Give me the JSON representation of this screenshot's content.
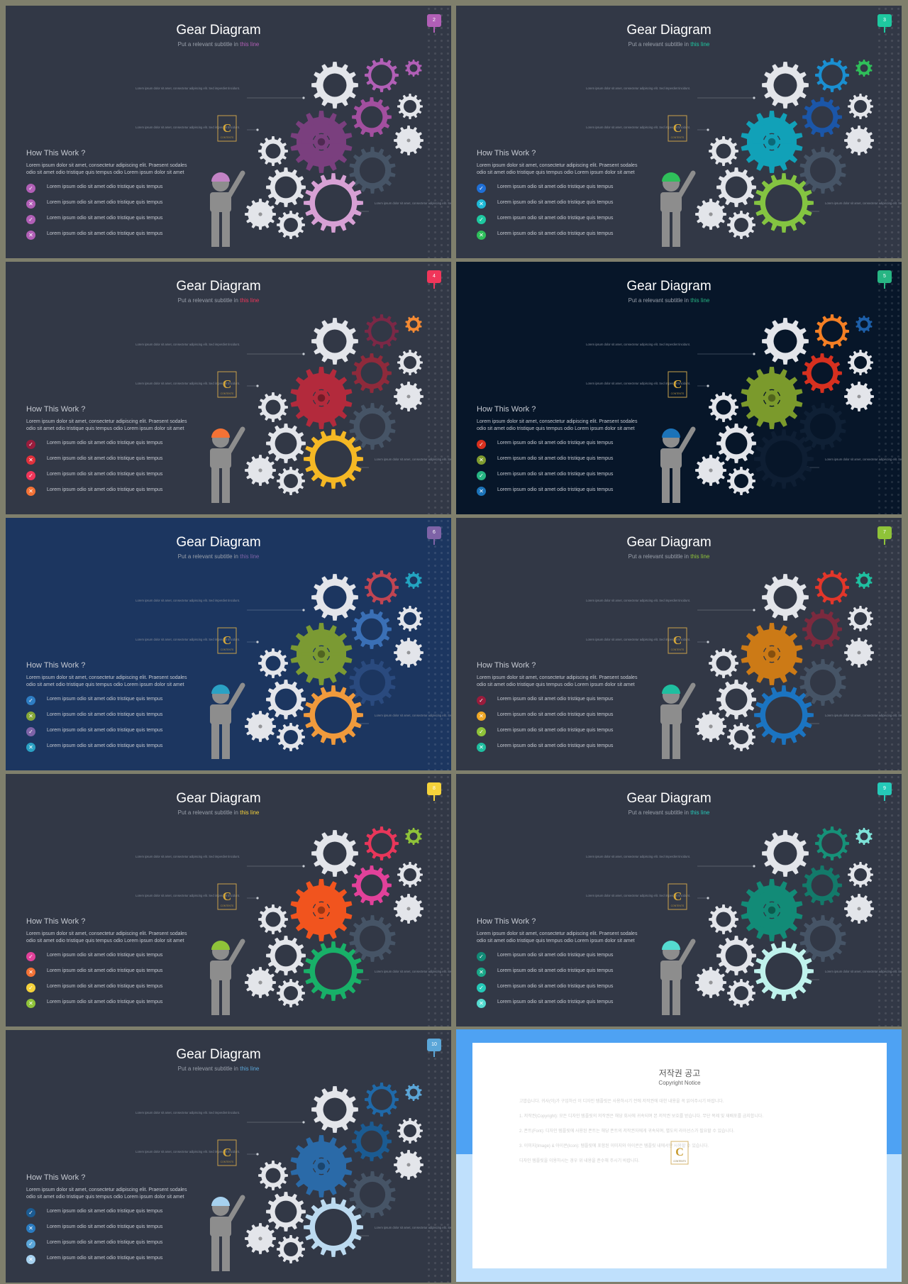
{
  "common": {
    "title": "Gear Diagram",
    "subtitle_prefix": "Put a relevant subtitle in ",
    "subtitle_link": "this line",
    "section_heading": "How This Work ?",
    "paragraph": "Lorem ipsum dolor sit amet, consectetur adipiscing elit. Praesent sodales odio sit amet odio tristique quis tempus odio Lorem ipsum dolor sit amet",
    "list_item": "Lorem ipsum odio sit amet odio tristique quis tempus",
    "callout_text": "Lorem ipsum dolor sit amet, consectetur adipiscing elit. Sed imperdiet tincidunt.",
    "logo_text": "CONTENTS"
  },
  "slides": [
    {
      "page": "2",
      "bg": "#323846",
      "accent": "#b15fb6",
      "gears": [
        "#b15fb6",
        "#b15fb6",
        "#a24f9f",
        "#7a3f7e",
        "#465466",
        "#d7a0d4"
      ],
      "marks": [
        "#b15fb6",
        "#b15fb6",
        "#b15fb6",
        "#b15fb6"
      ],
      "icons": [
        "check",
        "x",
        "check",
        "x"
      ],
      "helmet": "#c283c5"
    },
    {
      "page": "3",
      "bg": "#323846",
      "accent": "#1ec8a0",
      "gears": [
        "#2fbf5a",
        "#1a8fd1",
        "#1b56a8",
        "#11a1b8",
        "#465466",
        "#84c441"
      ],
      "marks": [
        "#1f6fd6",
        "#1fb9d6",
        "#1ec8a0",
        "#2fbf5a"
      ],
      "icons": [
        "check",
        "x",
        "check",
        "x"
      ],
      "helmet": "#2fbf5a"
    },
    {
      "page": "4",
      "bg": "#323846",
      "accent": "#f0365a",
      "gears": [
        "#f58a33",
        "#7b2846",
        "#8e2a3b",
        "#b32a3c",
        "#465466",
        "#f5b824"
      ],
      "marks": [
        "#9a1c3c",
        "#e0303b",
        "#f0365a",
        "#f47235"
      ],
      "icons": [
        "check",
        "x",
        "check",
        "x"
      ],
      "helmet": "#f47235"
    },
    {
      "page": "5",
      "bg": "#071629",
      "accent": "#27b583",
      "gears": [
        "#1d5fa9",
        "#f47f24",
        "#d6301f",
        "#7b9a2c",
        "#0f2035",
        "#0e1e33"
      ],
      "marks": [
        "#d9301e",
        "#7f9b2f",
        "#27b583",
        "#1b73b9"
      ],
      "icons": [
        "check",
        "x",
        "check",
        "x"
      ],
      "helmet": "#1b73b9"
    },
    {
      "page": "6",
      "bg": "#1c3660",
      "accent": "#7e63a7",
      "gears": [
        "#23a4c1",
        "#c04552",
        "#3a6fb5",
        "#7b9a33",
        "#2a4a7e",
        "#f09a3c"
      ],
      "marks": [
        "#2e7dc3",
        "#86a838",
        "#7e63a7",
        "#2aa1c4"
      ],
      "icons": [
        "check",
        "x",
        "check",
        "x"
      ],
      "helmet": "#2aa1c4"
    },
    {
      "page": "7",
      "bg": "#323846",
      "accent": "#8fc339",
      "gears": [
        "#1fbfa0",
        "#e2362a",
        "#7b2a3e",
        "#cc7a16",
        "#465466",
        "#1b74c1"
      ],
      "marks": [
        "#9a1c3c",
        "#f0a826",
        "#8fc339",
        "#1fbfa0"
      ],
      "icons": [
        "check",
        "x",
        "check",
        "x"
      ],
      "helmet": "#1fbfa0"
    },
    {
      "page": "8",
      "bg": "#323846",
      "accent": "#f5d23b",
      "gears": [
        "#8fc339",
        "#e8365a",
        "#e2419a",
        "#f1541e",
        "#465466",
        "#18b068"
      ],
      "marks": [
        "#e2419a",
        "#f47235",
        "#f5d23b",
        "#8fc339"
      ],
      "icons": [
        "check",
        "x",
        "check",
        "x"
      ],
      "helmet": "#8fc339"
    },
    {
      "page": "9",
      "bg": "#323846",
      "accent": "#25c9b8",
      "gears": [
        "#7ee3d8",
        "#169178",
        "#137a6a",
        "#128b77",
        "#465466",
        "#bff2ec"
      ],
      "marks": [
        "#128b77",
        "#1aa889",
        "#25c9b8",
        "#55dbd0"
      ],
      "icons": [
        "check",
        "x",
        "check",
        "x"
      ],
      "helmet": "#55dbd0"
    },
    {
      "page": "10",
      "bg": "#323846",
      "accent": "#5ba6d8",
      "gears": [
        "#5ba6d8",
        "#1f69a8",
        "#1b5b92",
        "#2a6aa8",
        "#465466",
        "#bcdaf0"
      ],
      "marks": [
        "#1b5b92",
        "#2a7bc0",
        "#5ba6d8",
        "#a6d1ef"
      ],
      "icons": [
        "check",
        "x",
        "check",
        "x"
      ],
      "helmet": "#a6d1ef"
    }
  ],
  "copyright": {
    "title_ko": "저작권 공고",
    "title_en": "Copyright Notice",
    "paragraphs": [
      "고맙습니다. 귀사(이)가 구입하신 이 디자인 템플릿은 사용하시기 전에 저작권에 대한 내용을 꼭 읽어주시기 바랍니다.",
      "1. 저작권(Copyright): 모든 디자인 템플릿의 저작권은 해당 회사에 귀속되며 본 저작권 보호를 받습니다. 무단 복제 및 재배포를 금지합니다.",
      "2. 폰트(Font): 디자인 템플릿에 사용된 폰트는 해당 폰트의 저작권자에게 귀속되며, 별도의 라이선스가 필요할 수 있습니다.",
      "3. 이미지(Image) & 아이콘(Icon): 템플릿에 포함된 이미지와 아이콘은 템플릿 내에서만 사용할 수 있습니다.",
      "디자인 템플릿을 이용하시는 경우 위 내용을 준수해 주시기 바랍니다."
    ],
    "logo_text": "CONTENTS"
  }
}
